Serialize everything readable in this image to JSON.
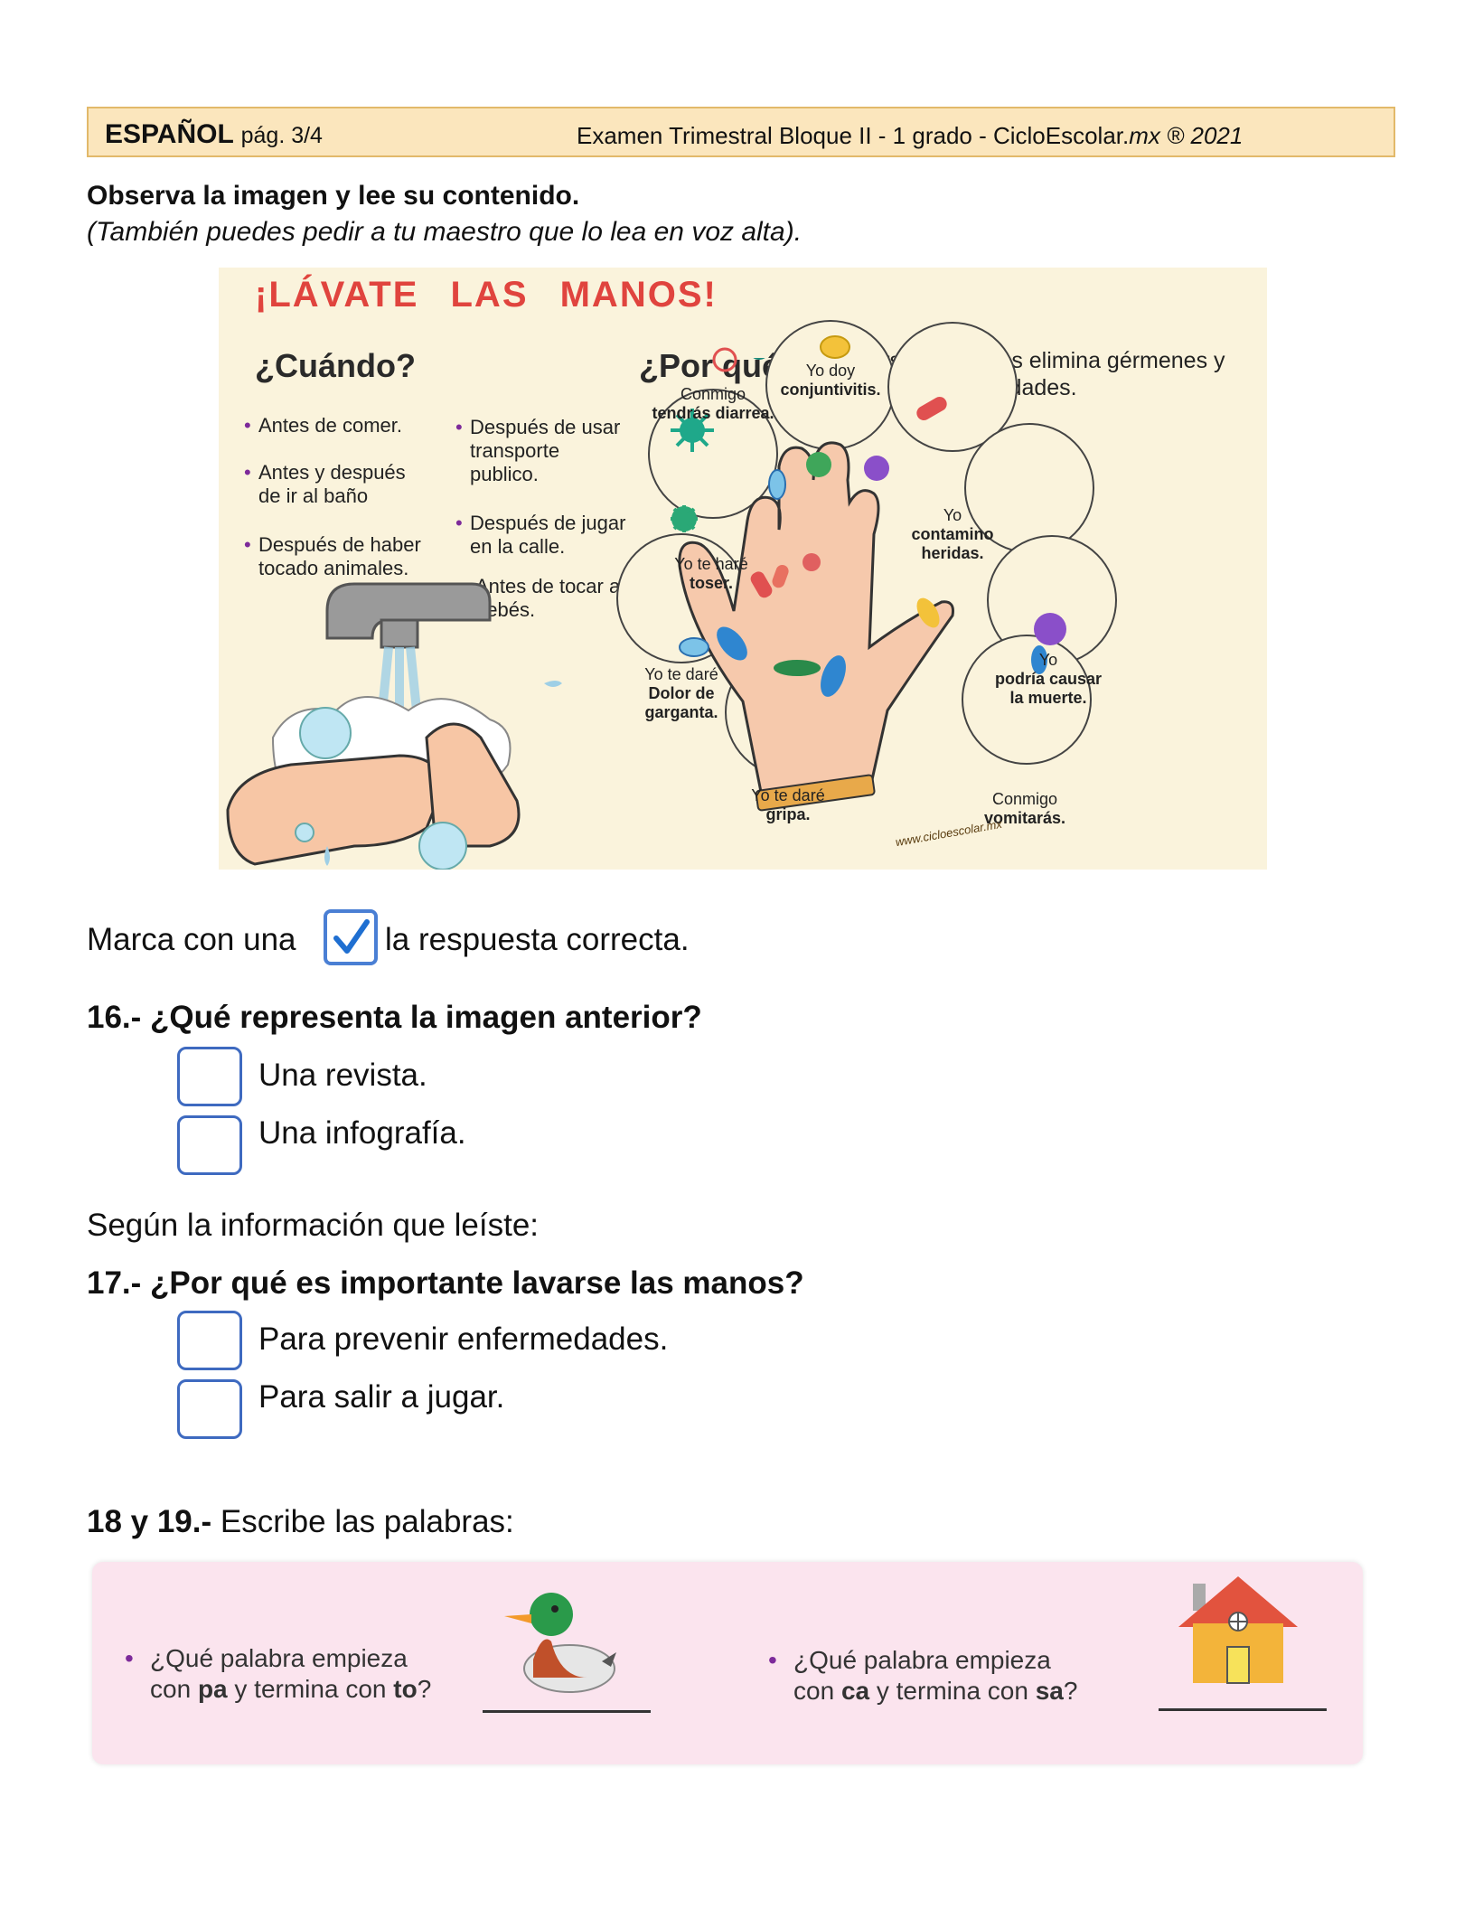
{
  "header": {
    "subject": "ESPAÑOL",
    "page": "pág. 3/4",
    "exam_prefix": "Examen Trimestral Bloque II - 1 grado - CicloEscolar.",
    "exam_italic": "mx ® 2021"
  },
  "intro": {
    "line1": "Observa la imagen y lee su contenido.",
    "line2": "(También puedes pedir a tu maestro que lo lea en voz alta)."
  },
  "infographic": {
    "title": "¡LÁVATE LAS MANOS!",
    "when_heading": "¿Cuándo?",
    "why_heading": "¿Por qué?",
    "why_text": "Lavarse las manos elimina gérmenes y previene enfermedades.",
    "when_left": [
      "Antes de comer.",
      "Antes y después de ir al baño",
      "Después de haber tocado animales."
    ],
    "when_right": [
      "Después de usar transporte publico.",
      "Después de jugar en la calle.",
      "Antes de tocar a bebés."
    ],
    "germs": [
      {
        "pre": "Conmigo",
        "bold": "tendrás diarrea."
      },
      {
        "pre": "Yo doy",
        "bold": "conjuntivitis."
      },
      {
        "pre": "Yo",
        "bold": "contamino heridas."
      },
      {
        "pre": "Yo te haré",
        "bold": "toser."
      },
      {
        "pre": "Yo te daré",
        "bold": "Dolor de garganta."
      },
      {
        "pre": "Yo",
        "bold": "podría causar la muerte."
      },
      {
        "pre": "Yo te daré",
        "bold": "gripa."
      },
      {
        "pre": "Conmigo",
        "bold": "vomitarás."
      }
    ],
    "website": "www.cicloescolar.mx"
  },
  "instructions": {
    "mark_before": "Marca con una",
    "mark_after": "la respuesta correcta."
  },
  "q16": {
    "label": "16.- ¿Qué representa la imagen anterior?",
    "options": [
      "Una revista.",
      "Una infografía."
    ]
  },
  "segun": "Según la información que leíste:",
  "q17": {
    "label": "17.- ¿Por qué es importante lavarse las manos?",
    "options": [
      "Para prevenir enfermedades.",
      "Para salir a jugar."
    ]
  },
  "q18": {
    "num": "18 y 19.-",
    "text": "Escribe las palabras:",
    "item1": {
      "a": "¿Qué palabra empieza",
      "b": "con",
      "s1": "pa",
      "c": "y termina con",
      "s2": "to",
      "d": "?"
    },
    "item2": {
      "a": "¿Qué palabra empieza",
      "b": "con",
      "s1": "ca",
      "c": "y termina con",
      "s2": "sa",
      "d": "?"
    }
  }
}
